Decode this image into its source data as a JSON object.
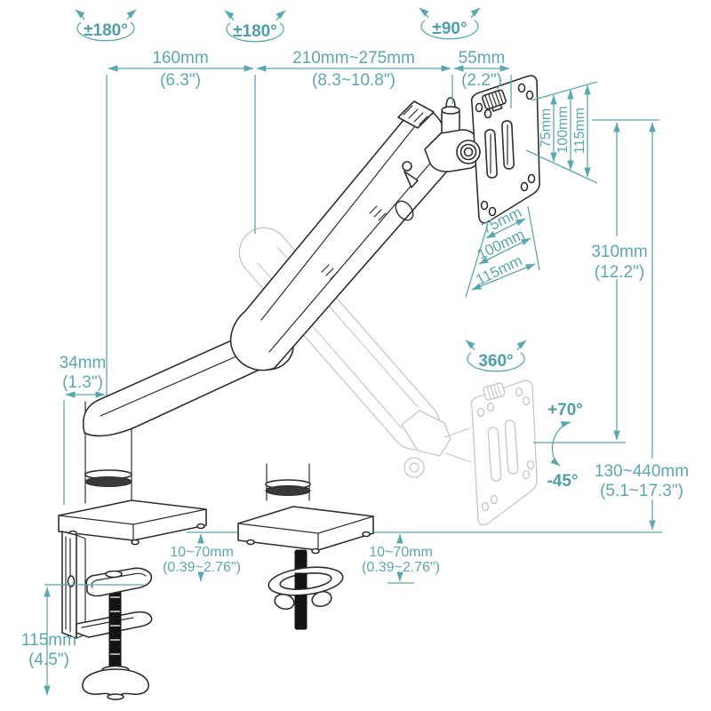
{
  "page": {
    "background": "#ffffff",
    "kind": "monitor-arm-dimension-diagram"
  },
  "colors": {
    "line": "#2e2e2e",
    "dimension": "#5ba7b1",
    "ghost": "#c6c6c6"
  },
  "badges": {
    "base_swivel": "±180°",
    "elbow_swivel": "±180°",
    "head_swivel": "±90°",
    "vesa_rotate": "360°"
  },
  "tilt": {
    "up": "+70°",
    "down": "-45°"
  },
  "dims": {
    "arm1": {
      "mm": "160mm",
      "in": "(6.3\")"
    },
    "arm2": {
      "mm": "210mm~275mm",
      "in": "(8.3~10.8\")"
    },
    "head": {
      "mm": "55mm",
      "in": "(2.2\")"
    },
    "pole_offset": {
      "mm": "34mm",
      "in": "(1.3\")"
    },
    "clamp_height": {
      "mm": "115mm",
      "in": "(4.5\")"
    },
    "desk_left": {
      "mm": "10~70mm",
      "in": "(0.39~2.76\")"
    },
    "desk_right": {
      "mm": "10~70mm",
      "in": "(0.39~2.76\")"
    },
    "lift": {
      "mm": "310mm",
      "in": "(12.2\")"
    },
    "height_range": {
      "mm": "130~440mm",
      "in": "(5.1~17.3\")"
    },
    "vesa_v75": "75mm",
    "vesa_v100": "100mm",
    "vesa_v115": "115mm",
    "vesa_h75": "75mm",
    "vesa_h100": "100mm",
    "vesa_h115": "115mm"
  }
}
